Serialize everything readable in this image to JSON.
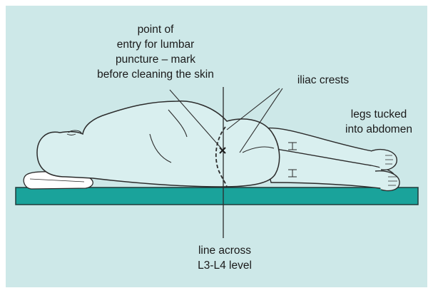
{
  "diagram": {
    "labels": {
      "entry_point": "point of\nentry for lumbar\npuncture – mark\nbefore cleaning the skin",
      "iliac_crests": "iliac crests",
      "legs": "legs tucked\ninto abdomen",
      "line": "line across\nL3-L4 level"
    },
    "colors": {
      "background": "#cde8e8",
      "table": "#1aa39b",
      "table_edge": "#1f3b3a",
      "body_fill": "#d9efef",
      "outline": "#2b2b2b"
    }
  }
}
